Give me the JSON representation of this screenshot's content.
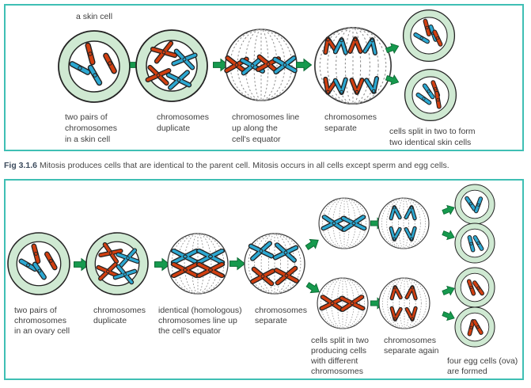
{
  "colors": {
    "panel_border": "#3fbfb4",
    "cell_ring": "#cfe9d2",
    "chromosome_red": "#d23f10",
    "chromosome_blue": "#2ca8d2",
    "arrow_green": "#169a4e",
    "arrow_green_dark": "#0a6b33",
    "outline": "#232323",
    "text": "#3f3f3f",
    "caption_accent": "#3d4c5e"
  },
  "figure": {
    "caption": {
      "fig_label": "Fig 3.1.6",
      "text": "Mitosis produces cells that are identical to the parent cell. Mitosis occurs in all cells except sperm and egg cells."
    }
  },
  "mitosis_panel": {
    "top_label": "a skin cell",
    "stages": [
      {
        "label": "two pairs of\nchromosomes\nin a skin cell"
      },
      {
        "label": "chromosomes\nduplicate"
      },
      {
        "label": "chromosomes line\nup along the\ncell's equator"
      },
      {
        "label": "chromosomes\nseparate"
      },
      {
        "label": "cells split in two to form\ntwo identical skin cells"
      }
    ]
  },
  "meiosis_panel": {
    "stages": [
      {
        "label": "two pairs of\nchromosomes\nin an ovary cell"
      },
      {
        "label": "chromosomes\nduplicate"
      },
      {
        "label": "identical (homologous)\nchromosomes line up\nthe cell's equator"
      },
      {
        "label": "chromosomes\nseparate"
      },
      {
        "label": "cells split in two\nproducing cells\nwith different\nchromosomes"
      },
      {
        "label": "chromosomes\nseparate again"
      },
      {
        "label": "four egg cells (ova)\nare formed"
      }
    ]
  }
}
